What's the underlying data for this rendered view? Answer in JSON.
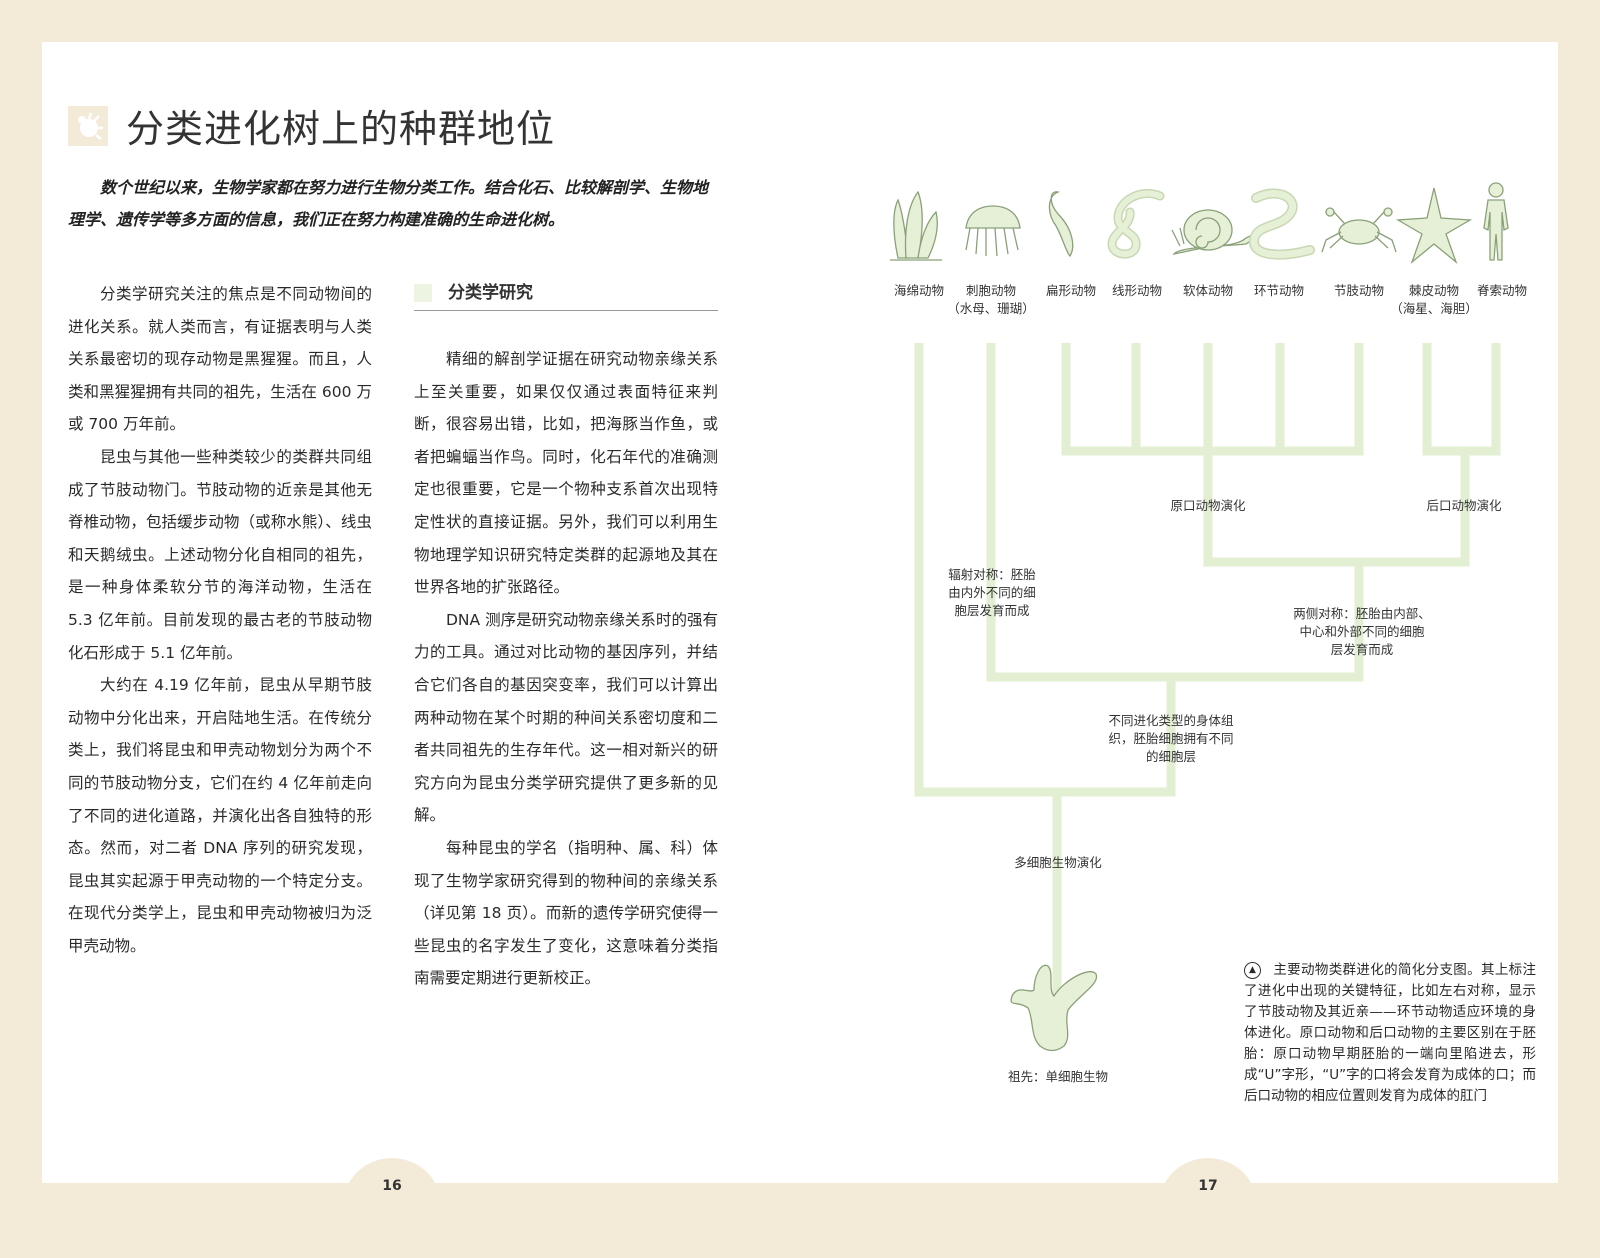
{
  "title": "分类进化树上的种群地位",
  "intro": "数个世纪以来，生物学家都在努力进行生物分类工作。结合化石、比较解剖学、生物地理学、遗传学等多方面的信息，我们正在努力构建准确的生命进化树。",
  "left_column": [
    "分类学研究关注的焦点是不同动物间的进化关系。就人类而言，有证据表明与人类关系最密切的现存动物是黑猩猩。而且，人类和黑猩猩拥有共同的祖先，生活在 600 万或 700 万年前。",
    "昆虫与其他一些种类较少的类群共同组成了节肢动物门。节肢动物的近亲是其他无脊椎动物，包括缓步动物（或称水熊）、线虫和天鹅绒虫。上述动物分化自相同的祖先，是一种身体柔软分节的海洋动物，生活在 5.3 亿年前。目前发现的最古老的节肢动物化石形成于 5.1 亿年前。",
    "大约在 4.19 亿年前，昆虫从早期节肢动物中分化出来，开启陆地生活。在传统分类上，我们将昆虫和甲壳动物划分为两个不同的节肢动物分支，它们在约 4 亿年前走向了不同的进化道路，并演化出各自独特的形态。然而，对二者 DNA 序列的研究发现，昆虫其实起源于甲壳动物的一个特定分支。在现代分类学上，昆虫和甲壳动物被归为泛甲壳动物。"
  ],
  "sidebar": {
    "heading": "分类学研究",
    "paragraphs": [
      "精细的解剖学证据在研究动物亲缘关系上至关重要，如果仅仅通过表面特征来判断，很容易出错，比如，把海豚当作鱼，或者把蝙蝠当作鸟。同时，化石年代的准确测定也很重要，它是一个物种支系首次出现特定性状的直接证据。另外，我们可以利用生物地理学知识研究特定类群的起源地及其在世界各地的扩张路径。",
      "DNA 测序是研究动物亲缘关系时的强有力的工具。通过对比动物的基因序列，并结合它们各自的基因突变率，我们可以计算出两种动物在某个时期的种间关系密切度和二者共同祖先的生存年代。这一相对新兴的研究方向为昆虫分类学研究提供了更多新的见解。",
      "每种昆虫的学名（指明种、属、科）体现了生物学家研究得到的物种间的亲缘关系（详见第 18 页）。而新的遗传学研究使得一些昆虫的名字发生了变化，这意味着分类指南需要定期进行更新校正。"
    ]
  },
  "diagram": {
    "taxa": [
      {
        "icon": "sponge-icon",
        "label": "海绵动物"
      },
      {
        "icon": "jellyfish-icon",
        "label": "刺胞动物\n（水母、珊瑚）"
      },
      {
        "icon": "flatworm-icon",
        "label": "扁形动物"
      },
      {
        "icon": "roundworm-icon",
        "label": "线形动物"
      },
      {
        "icon": "snail-icon",
        "label": "软体动物"
      },
      {
        "icon": "annelid-icon",
        "label": "环节动物"
      },
      {
        "icon": "crab-icon",
        "label": "节肢动物"
      },
      {
        "icon": "starfish-icon",
        "label": "棘皮动物\n（海星、海胆）"
      },
      {
        "icon": "human-icon",
        "label": "脊索动物"
      }
    ],
    "nodes": {
      "protostome": "原口动物演化",
      "deuterostome": "后口动物演化",
      "radial": "辐射对称：胚胎\n由内外不同的细\n胞层发育而成",
      "bilateral": "两侧对称：胚胎由内部、\n中心和外部不同的细胞\n层发育而成",
      "tissues": "不同进化类型的身体组\n织，胚胎细胞拥有不同\n的细胞层",
      "multicellular": "多细胞生物演化",
      "ancestor": "祖先：单细胞生物"
    },
    "line_color": "#e3efd2",
    "icon_color": "#e6f0d6",
    "icon_stroke": "#8aa079"
  },
  "caption": "主要动物类群进化的简化分支图。其上标注了进化中出现的关键特征，比如左右对称，显示了节肢动物及其近亲——环节动物适应环境的身体进化。原口动物和后口动物的主要区别在于胚胎：原口动物早期胚胎的一端向里陷进去，形成“U”字形，“U”字的口将会发育为成体的口；而后口动物的相应位置则发育为成体的肛门",
  "page_numbers": {
    "left": "16",
    "right": "17"
  },
  "colors": {
    "background": "#f3ead8",
    "page": "#ffffff",
    "tree": "#e3efd2"
  }
}
